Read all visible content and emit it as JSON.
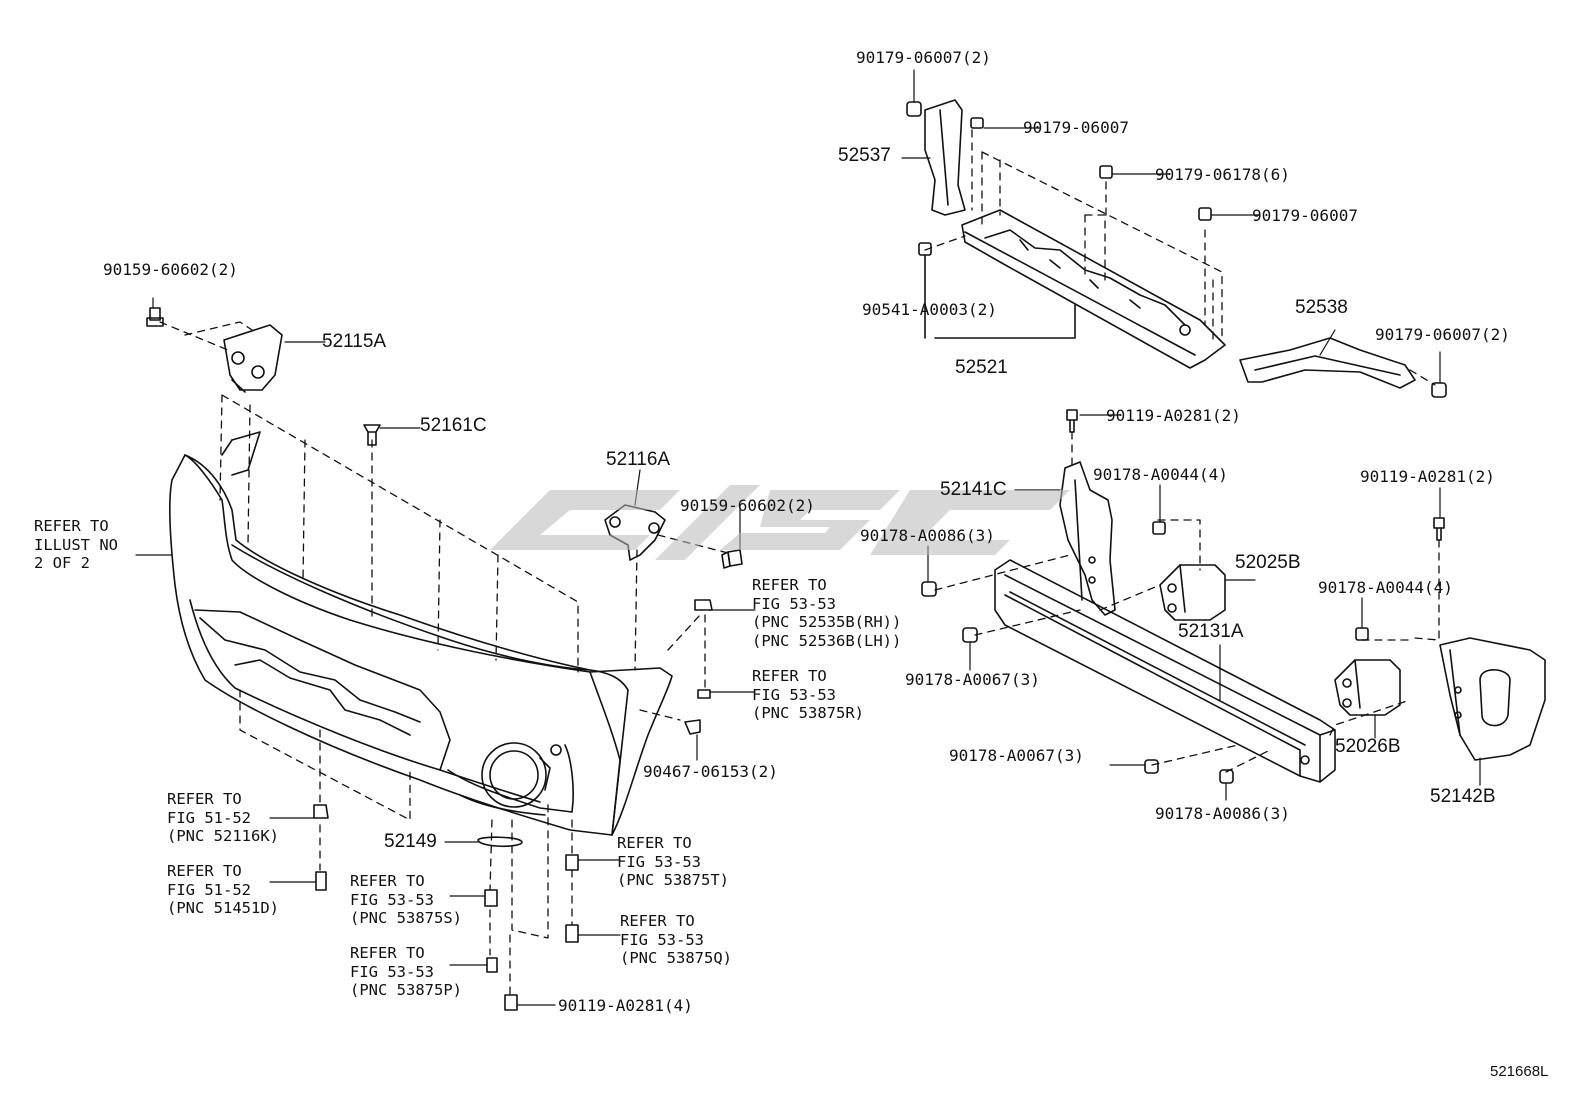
{
  "diagram_code": "521668L",
  "watermark_text": "",
  "labels": {
    "p90179_06007_2a": "90179-06007(2)",
    "p90179_06007_a": "90179-06007",
    "p52537": "52537",
    "p90179_06178_6": "90179-06178(6)",
    "p90179_06007_b": "90179-06007",
    "p90159_60602_2a": "90159-60602(2)",
    "p52115A": "52115A",
    "p90541_A0003_2": "90541-A0003(2)",
    "p52521": "52521",
    "p52538": "52538",
    "p90179_06007_2b": "90179-06007(2)",
    "p52161C": "52161C",
    "p90119_A0281_2a": "90119-A0281(2)",
    "p52116A": "52116A",
    "p90178_A0044_4a": "90178-A0044(4)",
    "p90119_A0281_2b": "90119-A0281(2)",
    "p52141C": "52141C",
    "p90159_60602_2b": "90159-60602(2)",
    "p90178_A0086_3a": "90178-A0086(3)",
    "p52025B": "52025B",
    "refer_illust": "REFER TO\nILLUST NO\n2 OF 2",
    "refer_52535B": "REFER TO\nFIG 53-53\n(PNC 52535B(RH))\n(PNC 52536B(LH))",
    "p90178_A0044_4b": "90178-A0044(4)",
    "p52131A": "52131A",
    "refer_53875R": "REFER TO\nFIG 53-53\n(PNC 53875R)",
    "p90178_A0067_3a": "90178-A0067(3)",
    "p90467_06153_2": "90467-06153(2)",
    "p90178_A0067_3b": "90178-A0067(3)",
    "p52026B": "52026B",
    "p52142B": "52142B",
    "refer_52116K": "REFER TO\nFIG 51-52\n(PNC 52116K)",
    "p90178_A0086_3b": "90178-A0086(3)",
    "p52149": "52149",
    "refer_53875T": "REFER TO\nFIG 53-53\n(PNC 53875T)",
    "refer_51451D": "REFER TO\nFIG 51-52\n(PNC 51451D)",
    "refer_53875S": "REFER TO\nFIG 53-53\n(PNC 53875S)",
    "refer_53875Q": "REFER TO\nFIG 53-53\n(PNC 53875Q)",
    "refer_53875P": "REFER TO\nFIG 53-53\n(PNC 53875P)",
    "p90119_A0281_4": "90119-A0281(4)"
  }
}
